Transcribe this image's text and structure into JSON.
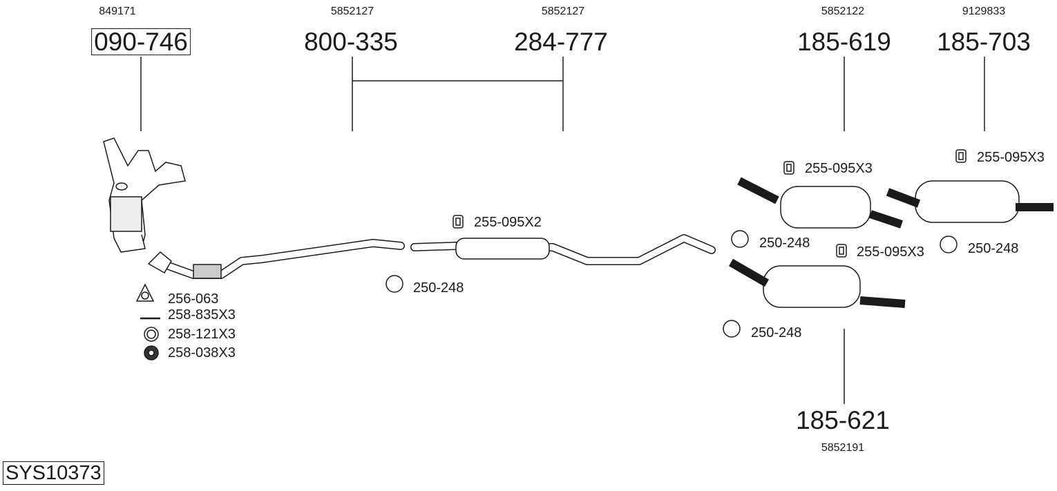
{
  "system_id": "SYS10373",
  "main_parts": [
    {
      "part_number": "090-746",
      "oe_number": "849171",
      "boxed": true
    },
    {
      "part_number": "800-335",
      "oe_number": "5852127"
    },
    {
      "part_number": "284-777",
      "oe_number": "5852127"
    },
    {
      "part_number": "185-619",
      "oe_number": "5852122"
    },
    {
      "part_number": "185-703",
      "oe_number": "9129833"
    },
    {
      "part_number": "185-621",
      "oe_number": "5852191"
    }
  ],
  "accessories": [
    {
      "label": "256-063",
      "icon": "gasket-icon"
    },
    {
      "label": "258-835X3",
      "icon": "bolt-icon"
    },
    {
      "label": "258-121X3",
      "icon": "ring-icon"
    },
    {
      "label": "258-038X3",
      "icon": "nut-icon"
    },
    {
      "label": "255-095X2",
      "icon": "rubber-mount-icon"
    },
    {
      "label": "250-248",
      "icon": "clamp-icon"
    },
    {
      "label": "255-095X3",
      "icon": "rubber-mount-icon"
    },
    {
      "label": "255-095X3",
      "icon": "rubber-mount-icon"
    },
    {
      "label": "250-248",
      "icon": "clamp-icon"
    },
    {
      "label": "255-095X3",
      "icon": "rubber-mount-icon"
    },
    {
      "label": "250-248",
      "icon": "clamp-icon"
    },
    {
      "label": "250-248",
      "icon": "clamp-icon"
    }
  ]
}
